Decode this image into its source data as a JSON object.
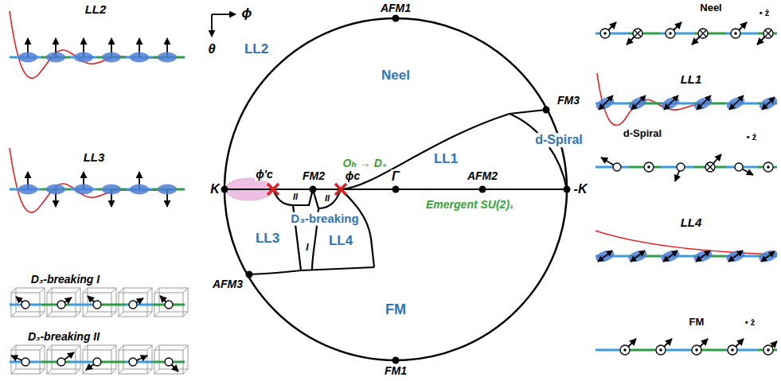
{
  "diagram": {
    "labels": [
      "ϕ",
      "θ",
      "AFM1",
      "LL2",
      "Neel",
      "FM3",
      "d-Spiral",
      "LL1",
      "Oₕ → D₄",
      "ϕ′c",
      "FM2",
      "ϕc",
      "K",
      "Γ",
      "AFM2",
      "-K",
      "II",
      "II",
      "D₃-breaking",
      "I",
      "LL3",
      "LL4",
      "Emergent SU(2)₁",
      "AFM3",
      "FM",
      "FM1",
      "LL2",
      "LL3",
      "D₃-breaking I",
      "D₃-breaking II",
      "Neel",
      "• ẑ",
      "LL1",
      "d-Spiral",
      "• ẑ",
      "LL4",
      "FM",
      "• ẑ"
    ]
  }
}
